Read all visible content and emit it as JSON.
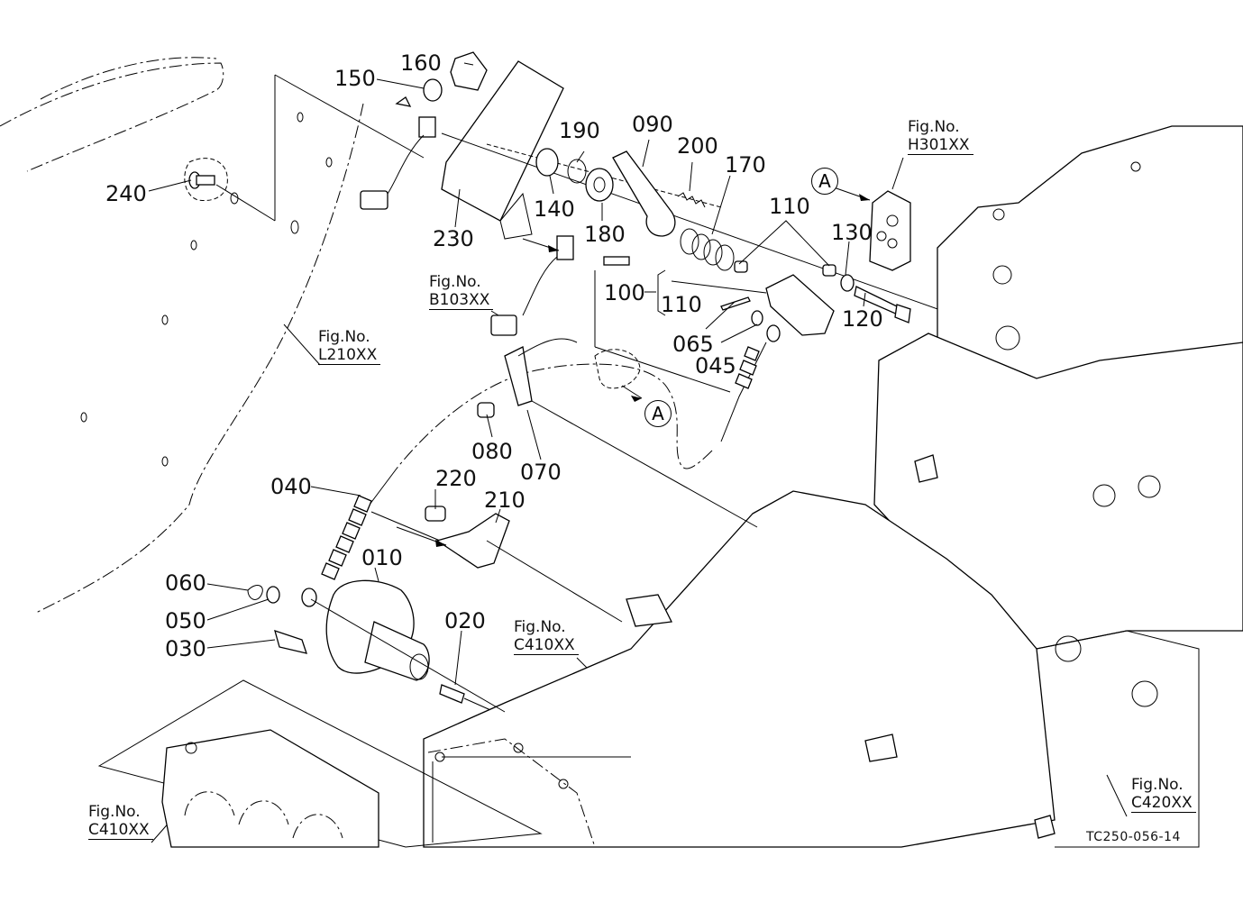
{
  "diagram": {
    "drawing_number": "TC250-056-14",
    "callouts": [
      {
        "id": "010",
        "label": "010"
      },
      {
        "id": "020",
        "label": "020"
      },
      {
        "id": "030",
        "label": "030"
      },
      {
        "id": "040",
        "label": "040"
      },
      {
        "id": "045",
        "label": "045"
      },
      {
        "id": "050",
        "label": "050"
      },
      {
        "id": "060",
        "label": "060"
      },
      {
        "id": "065",
        "label": "065"
      },
      {
        "id": "070",
        "label": "070"
      },
      {
        "id": "080",
        "label": "080"
      },
      {
        "id": "090",
        "label": "090"
      },
      {
        "id": "100",
        "label": "100"
      },
      {
        "id": "110a",
        "label": "110"
      },
      {
        "id": "110b",
        "label": "110"
      },
      {
        "id": "120",
        "label": "120"
      },
      {
        "id": "130",
        "label": "130"
      },
      {
        "id": "140",
        "label": "140"
      },
      {
        "id": "150",
        "label": "150"
      },
      {
        "id": "160",
        "label": "160"
      },
      {
        "id": "170",
        "label": "170"
      },
      {
        "id": "180",
        "label": "180"
      },
      {
        "id": "190",
        "label": "190"
      },
      {
        "id": "200",
        "label": "200"
      },
      {
        "id": "210",
        "label": "210"
      },
      {
        "id": "220",
        "label": "220"
      },
      {
        "id": "230",
        "label": "230"
      },
      {
        "id": "240",
        "label": "240"
      }
    ],
    "figure_refs": [
      {
        "prefix": "Fig.No.",
        "code": "H301XX"
      },
      {
        "prefix": "Fig.No.",
        "code": "B103XX"
      },
      {
        "prefix": "Fig.No.",
        "code": "L210XX"
      },
      {
        "prefix": "Fig.No.",
        "code": "C410XX"
      },
      {
        "prefix": "Fig.No.",
        "code": "C410XX"
      },
      {
        "prefix": "Fig.No.",
        "code": "C420XX"
      }
    ],
    "connection_markers": [
      {
        "label": "A"
      },
      {
        "label": "A"
      }
    ]
  }
}
